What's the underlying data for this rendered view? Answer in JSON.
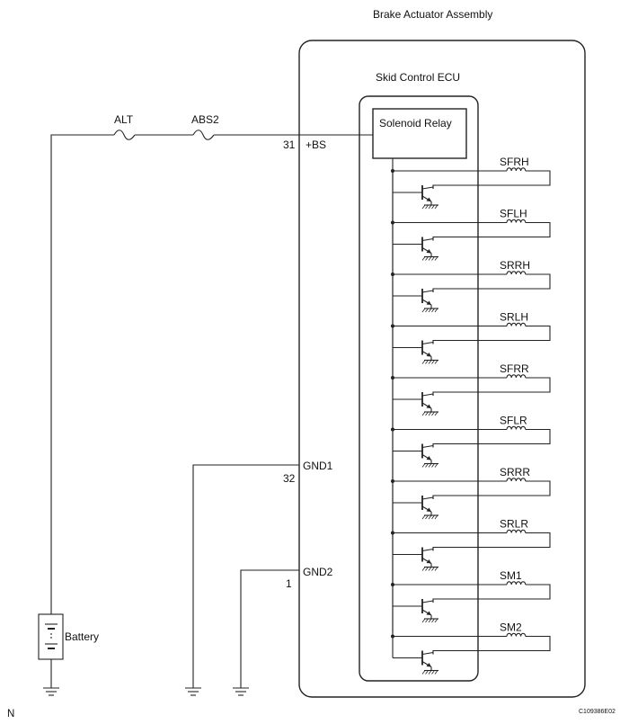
{
  "assembly_title": "Brake Actuator Assembly",
  "ecu_title": "Skid Control ECU",
  "relay_label": "Solenoid Relay",
  "fuses": [
    "ALT",
    "ABS2"
  ],
  "terminals": {
    "bs": {
      "pin": "31",
      "name": "+BS"
    },
    "gnd1": {
      "pin": "32",
      "name": "GND1"
    },
    "gnd2": {
      "pin": "1",
      "name": "GND2"
    }
  },
  "solenoids": [
    "SFRH",
    "SFLH",
    "SRRH",
    "SRLH",
    "SFRR",
    "SFLR",
    "SRRR",
    "SRLR",
    "SM1",
    "SM2"
  ],
  "battery_label": "Battery",
  "figure_code": "C109386E02",
  "corner_mark": "N"
}
